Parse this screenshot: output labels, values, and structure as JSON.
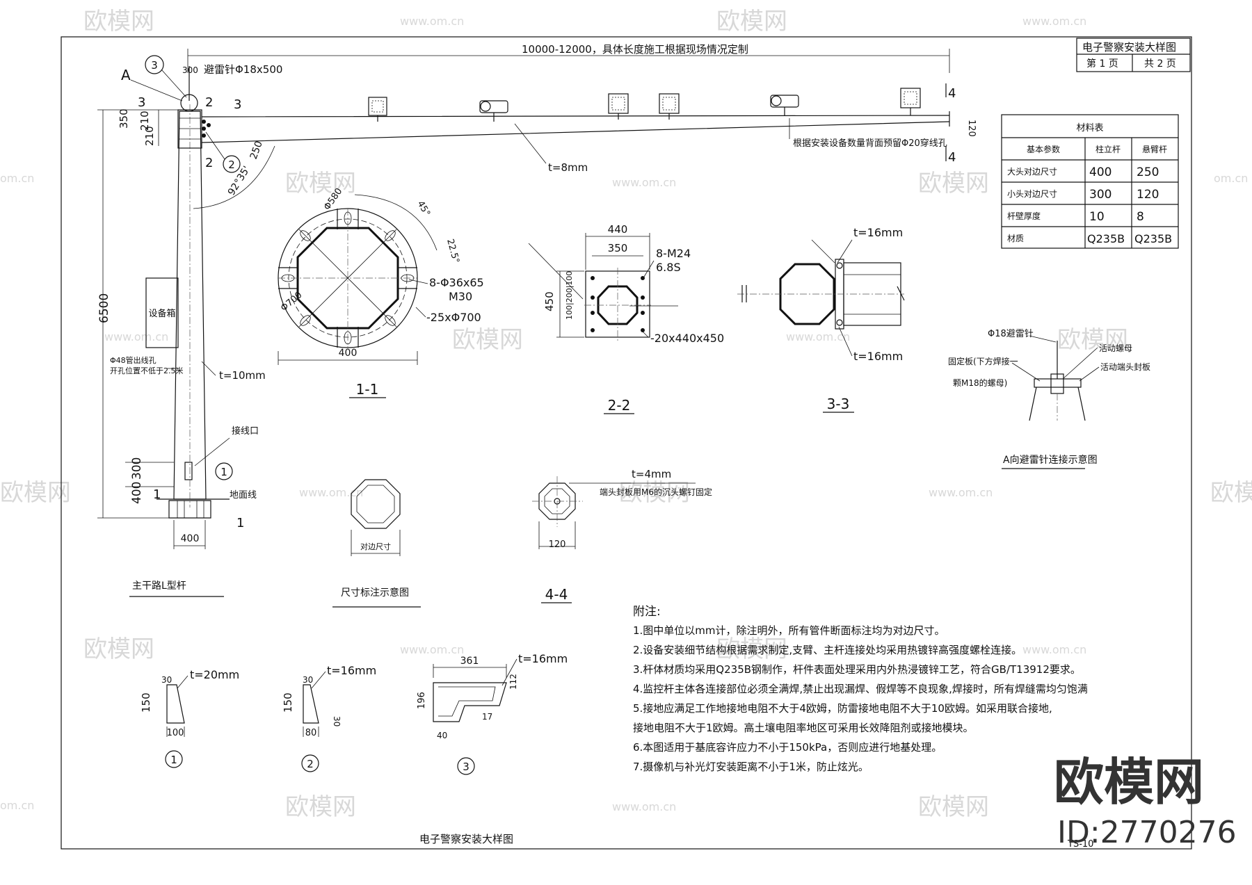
{
  "title_block": {
    "title": "电子警察安装大样图",
    "page_current": "第 1 页",
    "page_total": "共 2 页"
  },
  "material_table": {
    "caption": "材料表",
    "headers": [
      "基本参数",
      "柱立杆",
      "悬臂杆"
    ],
    "rows": [
      [
        "大头对边尺寸",
        "400",
        "250"
      ],
      [
        "小头对边尺寸",
        "300",
        "120"
      ],
      [
        "杆壁厚度",
        "10",
        "8"
      ],
      [
        "材质",
        "Q235B",
        "Q235B"
      ]
    ]
  },
  "elevation": {
    "arm_length": "10000-12000，具体长度施工根据现场情况定制",
    "lightning_rod": "避雷针Φ18x500",
    "dim_300": "300",
    "label_A": "A",
    "sec3": "3",
    "sec2": "2",
    "sec4": "4",
    "sec1": "1",
    "dim_350": "350",
    "dim_210a": "210",
    "dim_210b": "210",
    "dim_250": "250",
    "dim_angle": "92°35'",
    "arm_holes": "根据安装设备数量背面预留Φ20穿线孔",
    "arm_t": "t=8mm",
    "dim_120": "120",
    "dim_6500": "6500",
    "equip_box": "设备箱",
    "hole_note_1": "Φ48管出线孔",
    "hole_note_2": "开孔位置不低于2.5米",
    "pole_t": "t=10mm",
    "junction": "接线口",
    "ground": "地面线",
    "dim_400": "400",
    "dim_300b": "300",
    "dim_400b": "400",
    "caption": "主干路L型杆"
  },
  "sec11": {
    "d580": "Φ580",
    "a45": "45°",
    "a225": "22.5°",
    "bolts": "8-Φ36x65",
    "m30": "M30",
    "d700": "Φ700",
    "plate": "-25xΦ700",
    "w400": "400",
    "caption": "1-1"
  },
  "sec22": {
    "w440": "440",
    "w350": "350",
    "bolts": "8-M24",
    "grade": "6.8S",
    "h450": "450",
    "h100": "100|200|100",
    "plate": "-20x440x450",
    "caption": "2-2"
  },
  "sec33": {
    "t1": "t=16mm",
    "t2": "t=16mm",
    "caption": "3-3"
  },
  "detailA": {
    "rod": "Φ18避雷针",
    "nut": "活动螺母",
    "cap": "活动端头封板",
    "fix1": "固定板(下方焊接一",
    "fix2": "颗M18的螺母)",
    "caption": "A向避雷针连接示意图"
  },
  "dim_note": {
    "label": "对边尺寸",
    "caption": "尺寸标注示意图"
  },
  "sec44": {
    "t": "t=4mm",
    "note": "端头封板用M6的沉头螺钉固定",
    "w120": "120",
    "caption": "4-4"
  },
  "notes": {
    "heading": "附注:",
    "items": [
      "1.图中单位以mm计，除注明外，所有管件断面标注均为对边尺寸。",
      "2.设备安装细节结构根据需求制定,支臂、主杆连接处均采用热镀锌高强度螺栓连接。",
      "3.杆体材质均采用Q235B钢制作，杆件表面处理采用内外热浸镀锌工艺，符合GB/T13912要求。",
      "4.监控杆主体各连接部位必须全满焊,禁止出现漏焊、假焊等不良现象,焊接时，所有焊缝需均匀饱满",
      "5.接地应满足工作地接地电阻不大于4欧姆，防雷接地电阻不大于10欧姆。如采用联合接地,",
      "接地电阻不大于1欧姆。高土壤电阻率地区可采用长效降阻剂或接地模块。",
      "6.本图适用于基底容许应力不小于150kPa，否则应进行地基处理。",
      "7.摄像机与补光灯安装距离不小于1米，防止炫光。"
    ]
  },
  "ribs": {
    "r1_t": "t=20mm",
    "r1_h": "150",
    "r1_top": "30",
    "r1_w": "100",
    "r1_id": "1",
    "r2_t": "t=16mm",
    "r2_h": "150",
    "r2_top": "30",
    "r2_r": "30",
    "r2_w": "80",
    "r2_id": "2",
    "r3_t": "t=16mm",
    "r3_w": "361",
    "r3_h": "196",
    "r3_r": "112",
    "r3_b": "40",
    "r3_s": "17",
    "r3_id": "3"
  },
  "footer": {
    "caption": "电子警察安装大样图",
    "code": "TS-10"
  },
  "watermark": {
    "brand": "欧模网",
    "site": "www.om.cn",
    "site_short": "om.cn",
    "id": "ID:2770276"
  }
}
